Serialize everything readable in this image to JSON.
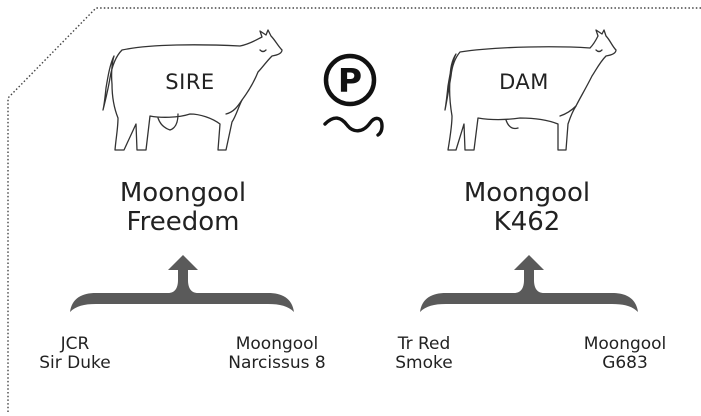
{
  "badge": {
    "letter": "P"
  },
  "sire": {
    "label": "SIRE",
    "name_line1": "Moongool",
    "name_line2": "Freedom",
    "parent_left": {
      "line1": "JCR",
      "line2": "Sir Duke"
    },
    "parent_right": {
      "line1": "Moongool",
      "line2": "Narcissus 8"
    }
  },
  "dam": {
    "label": "DAM",
    "name_line1": "Moongool",
    "name_line2": "K462",
    "parent_left": {
      "line1": "Tr Red",
      "line2": "Smoke"
    },
    "parent_right": {
      "line1": "Moongool",
      "line2": "G683"
    }
  },
  "colors": {
    "bracket": "#5a5a5a",
    "outline": "#333333",
    "border_dots": "#444444"
  }
}
